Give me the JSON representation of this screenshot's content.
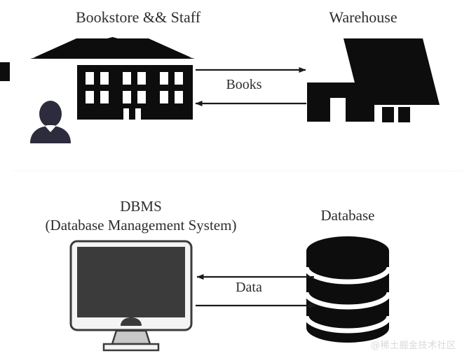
{
  "diagram": {
    "title": "Bookstore and Warehouse / DBMS and Database analogy",
    "type": "diagram",
    "background_color": "#ffffff",
    "text_color": "#2e2e2e",
    "icon_color": "#0d0d0d",
    "person_color": "#2c2c3d",
    "monitor_bezel_color": "#f2f2f2",
    "monitor_screen_color": "#3b3b3b"
  },
  "top_section": {
    "left_label": "Bookstore && Staff",
    "right_label": "Warehouse",
    "flow_label": "Books",
    "left_icon": "bank-building-icon",
    "left_icon_secondary": "person-staff-icon",
    "right_icon": "warehouse-house-icon",
    "arrows": [
      {
        "direction": "right",
        "from": "Bookstore && Staff",
        "to": "Warehouse"
      },
      {
        "direction": "left",
        "from": "Warehouse",
        "to": "Bookstore && Staff"
      }
    ]
  },
  "bottom_section": {
    "left_label": "DBMS",
    "left_sublabel": "(Database Management System)",
    "right_label": "Database",
    "flow_label": "Data",
    "left_icon": "desktop-monitor-icon",
    "right_icon": "database-cylinder-icon",
    "arrows": [
      {
        "direction": "left",
        "from": "Database",
        "to": "DBMS"
      },
      {
        "direction": "right",
        "from": "DBMS",
        "to": "Database"
      }
    ]
  },
  "watermark": {
    "text": "@稀土掘金技术社区"
  }
}
